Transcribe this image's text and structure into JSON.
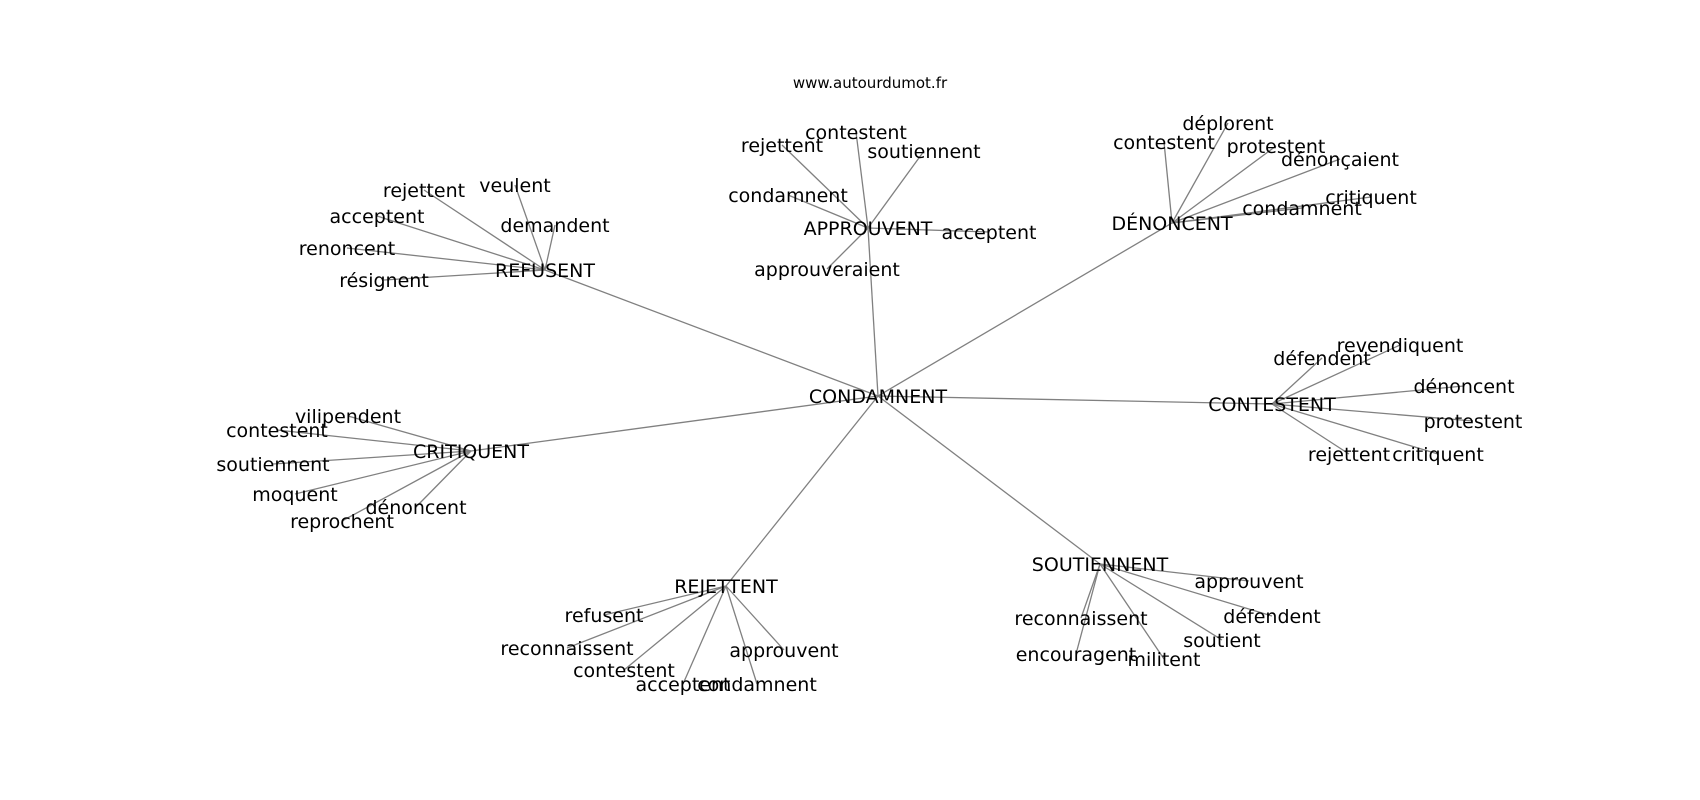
{
  "site": "www.autourdumot.fr",
  "center": "CONDAMNENT",
  "clusters": [
    {
      "label": "REFUSENT",
      "children": [
        "rejettent",
        "veulent",
        "acceptent",
        "demandent",
        "renoncent",
        "résignent"
      ]
    },
    {
      "label": "APPROUVENT",
      "children": [
        "contestent",
        "rejettent",
        "soutiennent",
        "condamnent",
        "acceptent",
        "approuveraient"
      ]
    },
    {
      "label": "DÉNONCENT",
      "children": [
        "déplorent",
        "contestent",
        "protestent",
        "dénonçaient",
        "critiquent",
        "condamnent"
      ]
    },
    {
      "label": "CONTESTENT",
      "children": [
        "revendiquent",
        "défendent",
        "dénoncent",
        "protestent",
        "rejettent",
        "critiquent"
      ]
    },
    {
      "label": "CRITIQUENT",
      "children": [
        "vilipendent",
        "contestent",
        "soutiennent",
        "moquent",
        "dénoncent",
        "reprochent"
      ]
    },
    {
      "label": "REJETTENT",
      "children": [
        "refusent",
        "reconnaissent",
        "approuvent",
        "contestent",
        "acceptent",
        "condamnent"
      ]
    },
    {
      "label": "SOUTIENNENT",
      "children": [
        "approuvent",
        "reconnaissent",
        "défendent",
        "soutient",
        "encouragent",
        "militent"
      ]
    }
  ]
}
